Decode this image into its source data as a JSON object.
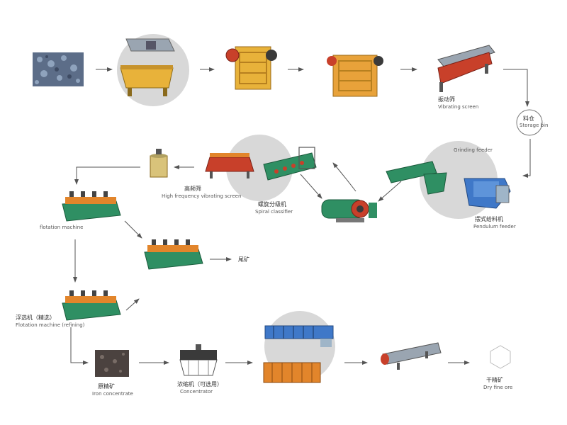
{
  "labels": {
    "vibrating_screen_cn": "振动筛",
    "vibrating_screen_en": "Vibrating screen",
    "storage_bin_cn": "料仓",
    "storage_bin_en": "Storage bin",
    "pendulum_feeder_cn": "摆式给料机",
    "pendulum_feeder_en": "Pendulum feeder",
    "hf_screen_cn": "高频筛",
    "hf_screen_en": "High frequency vibrating screen",
    "classifier_cn": "螺旋分级机",
    "classifier_en": "Spiral classifier",
    "grinding_feeder_en": "Grinding feeder",
    "flotation_1_en": "flotation machine",
    "tailing_cn": "尾矿",
    "flotation_3_cn": "浮选机（精选）",
    "flotation_3_en": "Flotation machine (refining)",
    "concentrate_cn": "原精矿",
    "concentrate_en": "Iron concentrate",
    "thickener_cn": "浓缩机（可选用）",
    "thickener_en": "Concentrator",
    "dry_fine_cn": "干精矿",
    "dry_fine_en": "Dry fine ore"
  },
  "colors": {
    "ore": "#5c6d88",
    "yellow": "#e8b23a",
    "orange": "#e2852b",
    "red": "#c8402a",
    "green": "#2f8f63",
    "blue": "#3f78c8",
    "gray_circle": "#d6d6d6",
    "arrow": "#555555"
  }
}
